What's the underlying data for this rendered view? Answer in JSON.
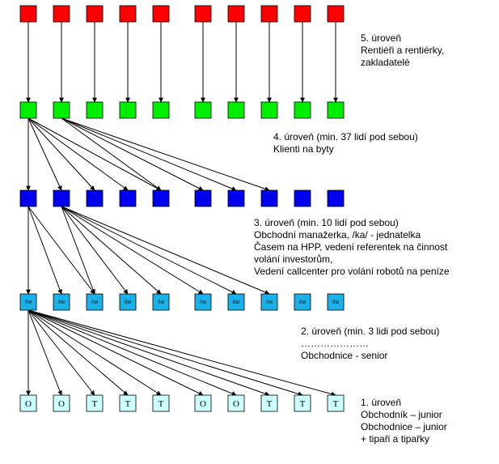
{
  "levels": [
    {
      "id": "level5",
      "color": "#ff0000",
      "box_text": "",
      "text_color": "#000000",
      "boxes": 10,
      "lines": [
        "5. úroveň",
        "Rentiéři a rentiérky,",
        "zakladatelé"
      ]
    },
    {
      "id": "level4",
      "color": "#00ee00",
      "box_text": "",
      "text_color": "#000000",
      "boxes": 10,
      "lines": [
        "4. úroveň (min. 37 lidí pod sebou)",
        "Klienti na byty"
      ]
    },
    {
      "id": "level3",
      "color": "#0000ee",
      "box_text": "",
      "text_color": "#000000",
      "boxes": 10,
      "lines": [
        "3. úroveň (min. 10 lidí pod sebou)",
        "Obchodní manažerka, /ka/ - jednatelka",
        "Časem na HPP, vedení referentek na činnost",
        "volání investorům,",
        "Vedení callcenter pro volání robotů na peníze"
      ]
    },
    {
      "id": "level2",
      "color": "#1ab0e8",
      "box_text": "ŘM",
      "text_color": "#000000",
      "boxes": 10,
      "lines": [
        "2. úroveň (min. 3 lidi pod sebou)",
        "…………………",
        "Obchodnice - senior"
      ]
    },
    {
      "id": "level1",
      "color": "#ccffff",
      "box_text_list": [
        "O",
        "O",
        "T",
        "T",
        "T",
        "O",
        "O",
        "T",
        "T",
        "T"
      ],
      "text_color": "#000000",
      "boxes": 10,
      "lines": [
        "1. úroveň",
        "Obchodník – junior",
        "Obchodnice – junior",
        "+ tipaři a tipařky"
      ]
    }
  ],
  "connections": [
    {
      "from_level": 0,
      "to_level": 1,
      "pairs": [
        [
          0,
          0
        ],
        [
          1,
          1
        ],
        [
          2,
          2
        ],
        [
          3,
          3
        ],
        [
          4,
          4
        ],
        [
          5,
          5
        ],
        [
          6,
          6
        ],
        [
          7,
          7
        ],
        [
          8,
          8
        ],
        [
          9,
          9
        ]
      ]
    },
    {
      "from_level": 1,
      "to_level": 2,
      "pairs": [
        [
          0,
          0
        ],
        [
          0,
          1
        ],
        [
          0,
          2
        ],
        [
          0,
          3
        ],
        [
          0,
          4
        ],
        [
          1,
          4
        ],
        [
          1,
          5
        ],
        [
          1,
          6
        ],
        [
          1,
          7
        ]
      ]
    },
    {
      "from_level": 2,
      "to_level": 3,
      "pairs": [
        [
          0,
          0
        ],
        [
          0,
          1
        ],
        [
          0,
          2
        ],
        [
          1,
          2
        ],
        [
          1,
          3
        ],
        [
          1,
          4
        ],
        [
          1,
          5
        ],
        [
          1,
          6
        ],
        [
          1,
          7
        ]
      ]
    },
    {
      "from_level": 3,
      "to_level": 4,
      "pairs": [
        [
          0,
          0
        ],
        [
          0,
          1
        ],
        [
          0,
          2
        ],
        [
          0,
          3
        ],
        [
          0,
          4
        ],
        [
          0,
          5
        ],
        [
          0,
          6
        ],
        [
          0,
          7
        ],
        [
          0,
          8
        ],
        [
          0,
          9
        ]
      ]
    }
  ],
  "edge_color": "#000000"
}
